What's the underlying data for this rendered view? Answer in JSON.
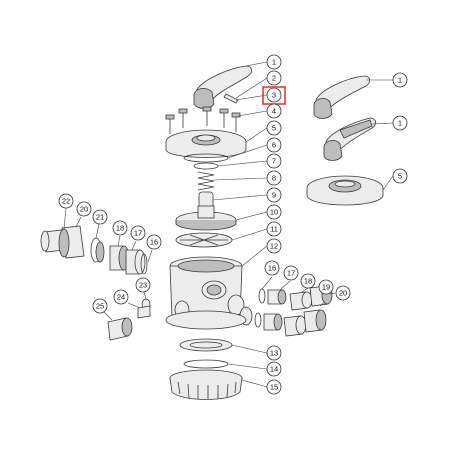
{
  "callouts": [
    "1",
    "2",
    "3",
    "4",
    "5",
    "6",
    "7",
    "8",
    "9",
    "10",
    "11",
    "12",
    "13",
    "14",
    "15",
    "16",
    "17",
    "18",
    "19",
    "20",
    "21",
    "22",
    "23",
    "24",
    "25"
  ],
  "highlighted_callout": "3",
  "inset_callouts": [
    "1",
    "1",
    "5"
  ],
  "colors": {
    "highlight": "#e53935",
    "ink": "#3a3a3a"
  }
}
